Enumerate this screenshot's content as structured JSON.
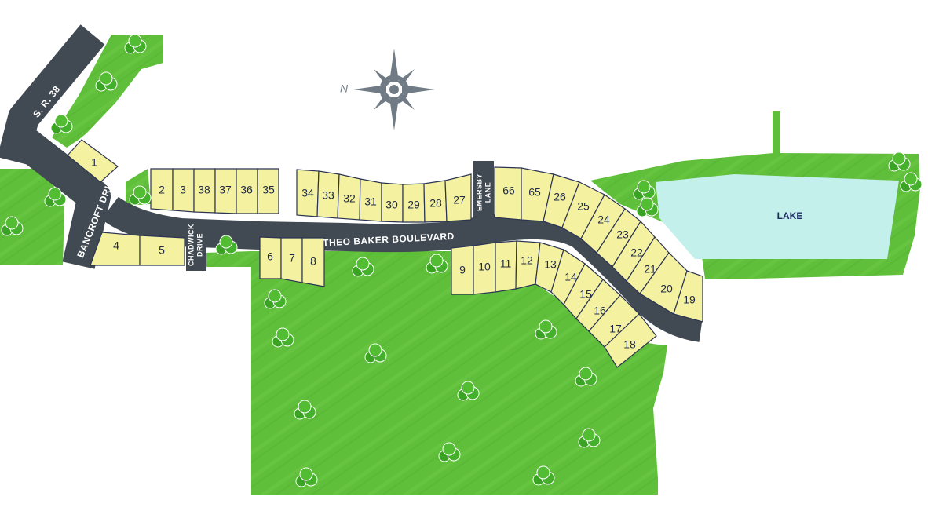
{
  "map": {
    "compass": {
      "north_label": "N"
    },
    "lake": {
      "label": "LAKE"
    },
    "streets": {
      "sr38": "S. R. 38",
      "bancroft": "BANCROFT DRIVE",
      "chadwick_1": "CHADWICK",
      "chadwick_2": "DRIVE",
      "emersby_1": "EMERSBY",
      "emersby_2": "LANE",
      "theo_baker": "THEO BAKER BOULEVARD"
    },
    "lots": {
      "n1": "1",
      "n2": "2",
      "n3": "3",
      "n4": "4",
      "n5": "5",
      "n6": "6",
      "n7": "7",
      "n8": "8",
      "n9": "9",
      "n10": "10",
      "n11": "11",
      "n12": "12",
      "n13": "13",
      "n14": "14",
      "n15": "15",
      "n16": "16",
      "n17": "17",
      "n18": "18",
      "n19": "19",
      "n20": "20",
      "n21": "21",
      "n22": "22",
      "n23": "23",
      "n24": "24",
      "n25": "25",
      "n26": "26",
      "n27": "27",
      "n28": "28",
      "n29": "29",
      "n30": "30",
      "n31": "31",
      "n32": "32",
      "n33": "33",
      "n34": "34",
      "n35": "35",
      "n36": "36",
      "n37": "37",
      "n38": "38",
      "n65": "65",
      "n66": "66"
    },
    "colors": {
      "grass": "#5fbf3a",
      "road": "#414a52",
      "lot": "#f4f1a0",
      "lot_outline": "#2b3453",
      "lake": "#c4f0ec",
      "compass": "#707b85",
      "tree": "#45b02c"
    }
  }
}
